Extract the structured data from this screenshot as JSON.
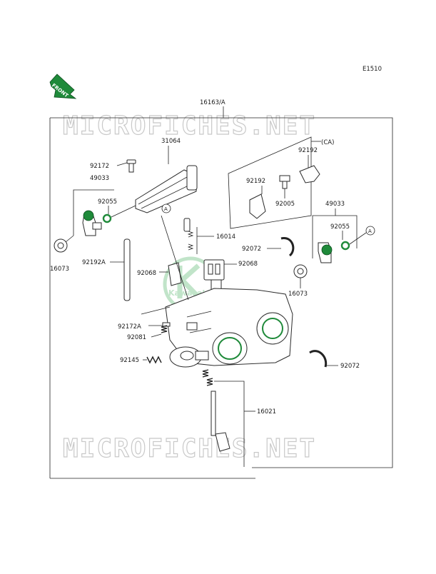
{
  "diagram_code": "E1510",
  "front_label": "FRONT",
  "assembly_label": "16163/A",
  "ca_label": "(CA)",
  "ref_marker": "A",
  "watermark": "MICROFICHES.NET",
  "logo_text": "Kawasaki",
  "parts": {
    "p31064": "31064",
    "p92172": "92172",
    "p49033_left": "49033",
    "p92055_left": "92055",
    "p16073_left": "16073",
    "p92192A": "92192A",
    "p92192_top": "92192",
    "p92192_mid": "92192",
    "p92005": "92005",
    "p49033_right": "49033",
    "p92055_right": "92055",
    "p16014": "16014",
    "p92072_top": "92072",
    "p92068_left": "92068",
    "p92068_right": "92068",
    "p16073_right": "16073",
    "p92172A": "92172A",
    "p92081": "92081",
    "p92145": "92145",
    "p92072_bottom": "92072",
    "p16021": "16021"
  }
}
